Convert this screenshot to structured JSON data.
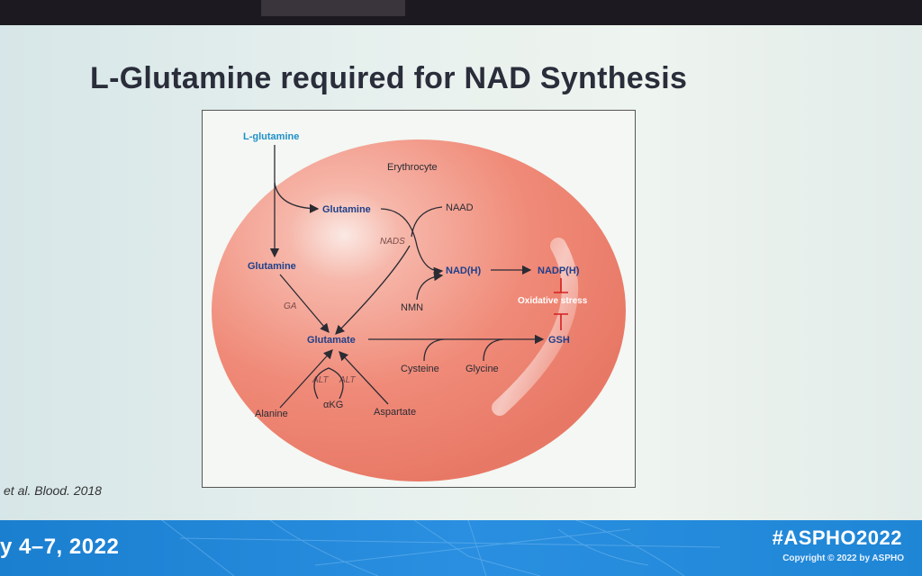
{
  "slide": {
    "title": "L-Glutamine required for NAD Synthesis",
    "citation": "et al. Blood. 2018"
  },
  "diagram": {
    "cell_label": "Erythrocyte",
    "nodes": {
      "l_glutamine": "L-glutamine",
      "glutamine_top": "Glutamine",
      "glutamine_left": "Glutamine",
      "naad": "NAAD",
      "nads": "NADS",
      "nad_h": "NAD(H)",
      "nadp_h": "NADP(H)",
      "oxidative_stress": "Oxidative stress",
      "ga": "GA",
      "nmn": "NMN",
      "glutamate": "Glutamate",
      "gsh": "GSH",
      "cysteine": "Cysteine",
      "glycine": "Glycine",
      "alt_left": "ALT",
      "alt_right": "ALT",
      "akg": "αKG",
      "alanine": "Alanine",
      "aspartate": "Aspartate"
    },
    "colors": {
      "cell": "#f08a78",
      "inhibition": "#d42020",
      "substrate_blue": "#1f3f8a",
      "l_glutamine_blue": "#2090c8"
    }
  },
  "footer": {
    "dates": "y 4–7, 2022",
    "hashtag": "#ASPHO2022",
    "copyright": "Copyright © 2022 by ASPHO"
  }
}
